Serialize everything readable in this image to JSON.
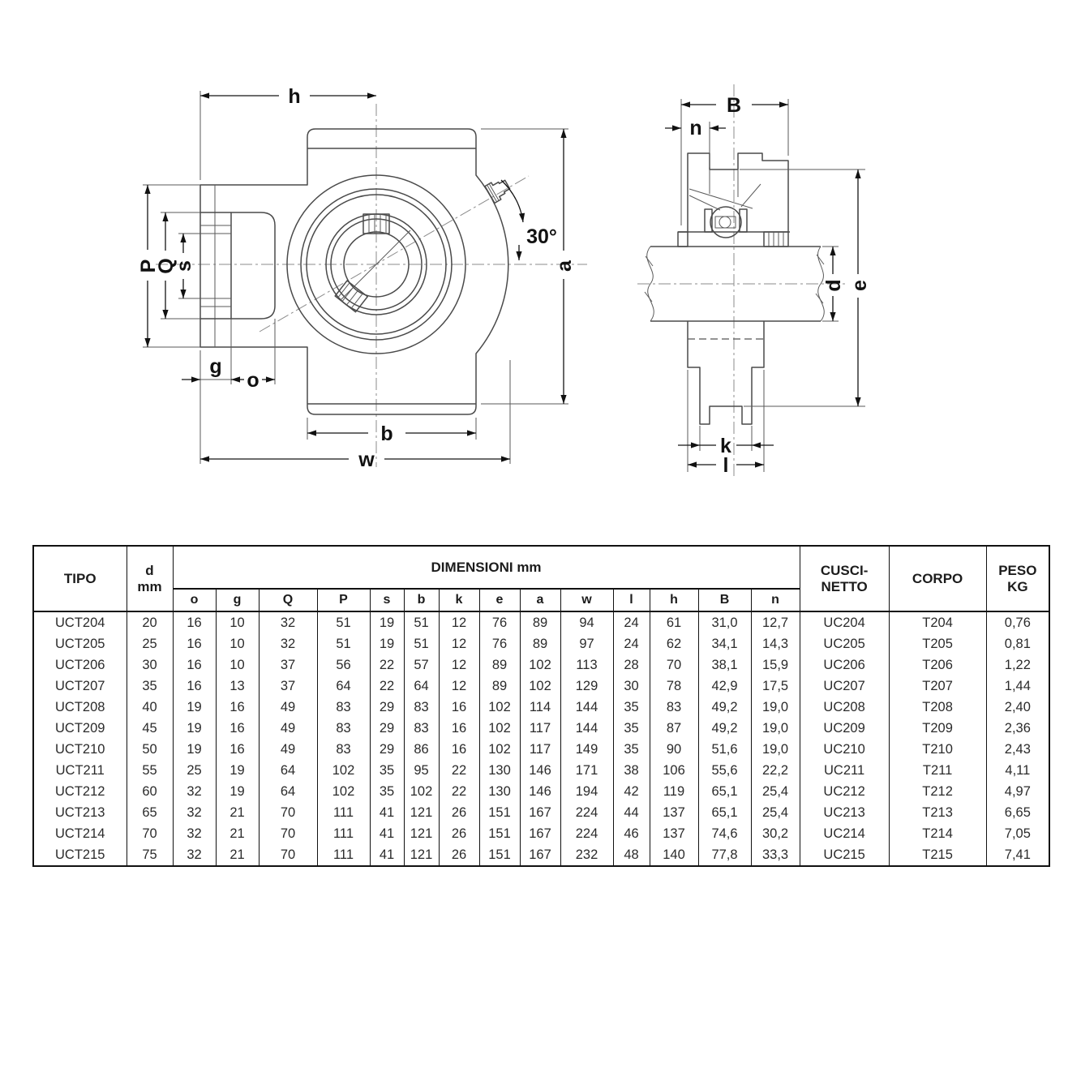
{
  "drawing": {
    "front_view": {
      "labels": {
        "h": "h",
        "P": "P",
        "Q": "Q",
        "s": "s",
        "g": "g",
        "o": "o",
        "b": "b",
        "w": "w",
        "a": "a",
        "angle": "30°"
      }
    },
    "side_view": {
      "labels": {
        "B": "B",
        "n": "n",
        "d": "d",
        "e": "e",
        "k": "k",
        "l": "l"
      }
    }
  },
  "table": {
    "col_tipo": "TIPO",
    "col_d_line1": "d",
    "col_d_line2": "mm",
    "col_dimensioni": "DIMENSIONI mm",
    "col_cuscinetto_line1": "CUSCI-",
    "col_cuscinetto_line2": "NETTO",
    "col_corpo": "CORPO",
    "col_peso_line1": "PESO",
    "col_peso_line2": "KG",
    "dim_headers": [
      "o",
      "g",
      "Q",
      "P",
      "s",
      "b",
      "k",
      "e",
      "a",
      "w",
      "l",
      "h",
      "B",
      "n"
    ],
    "rows": [
      [
        "UCT204",
        "20",
        "16",
        "10",
        "32",
        "51",
        "19",
        "51",
        "12",
        "76",
        "89",
        "94",
        "24",
        "61",
        "31,0",
        "12,7",
        "UC204",
        "T204",
        "0,76"
      ],
      [
        "UCT205",
        "25",
        "16",
        "10",
        "32",
        "51",
        "19",
        "51",
        "12",
        "76",
        "89",
        "97",
        "24",
        "62",
        "34,1",
        "14,3",
        "UC205",
        "T205",
        "0,81"
      ],
      [
        "UCT206",
        "30",
        "16",
        "10",
        "37",
        "56",
        "22",
        "57",
        "12",
        "89",
        "102",
        "113",
        "28",
        "70",
        "38,1",
        "15,9",
        "UC206",
        "T206",
        "1,22"
      ],
      [
        "UCT207",
        "35",
        "16",
        "13",
        "37",
        "64",
        "22",
        "64",
        "12",
        "89",
        "102",
        "129",
        "30",
        "78",
        "42,9",
        "17,5",
        "UC207",
        "T207",
        "1,44"
      ],
      [
        "UCT208",
        "40",
        "19",
        "16",
        "49",
        "83",
        "29",
        "83",
        "16",
        "102",
        "114",
        "144",
        "35",
        "83",
        "49,2",
        "19,0",
        "UC208",
        "T208",
        "2,40"
      ],
      [
        "UCT209",
        "45",
        "19",
        "16",
        "49",
        "83",
        "29",
        "83",
        "16",
        "102",
        "117",
        "144",
        "35",
        "87",
        "49,2",
        "19,0",
        "UC209",
        "T209",
        "2,36"
      ],
      [
        "UCT210",
        "50",
        "19",
        "16",
        "49",
        "83",
        "29",
        "86",
        "16",
        "102",
        "117",
        "149",
        "35",
        "90",
        "51,6",
        "19,0",
        "UC210",
        "T210",
        "2,43"
      ],
      [
        "UCT211",
        "55",
        "25",
        "19",
        "64",
        "102",
        "35",
        "95",
        "22",
        "130",
        "146",
        "171",
        "38",
        "106",
        "55,6",
        "22,2",
        "UC211",
        "T211",
        "4,11"
      ],
      [
        "UCT212",
        "60",
        "32",
        "19",
        "64",
        "102",
        "35",
        "102",
        "22",
        "130",
        "146",
        "194",
        "42",
        "119",
        "65,1",
        "25,4",
        "UC212",
        "T212",
        "4,97"
      ],
      [
        "UCT213",
        "65",
        "32",
        "21",
        "70",
        "111",
        "41",
        "121",
        "26",
        "151",
        "167",
        "224",
        "44",
        "137",
        "65,1",
        "25,4",
        "UC213",
        "T213",
        "6,65"
      ],
      [
        "UCT214",
        "70",
        "32",
        "21",
        "70",
        "111",
        "41",
        "121",
        "26",
        "151",
        "167",
        "224",
        "46",
        "137",
        "74,6",
        "30,2",
        "UC214",
        "T214",
        "7,05"
      ],
      [
        "UCT215",
        "75",
        "32",
        "21",
        "70",
        "111",
        "41",
        "121",
        "26",
        "151",
        "167",
        "232",
        "48",
        "140",
        "77,8",
        "33,3",
        "UC215",
        "T215",
        "7,41"
      ]
    ]
  }
}
